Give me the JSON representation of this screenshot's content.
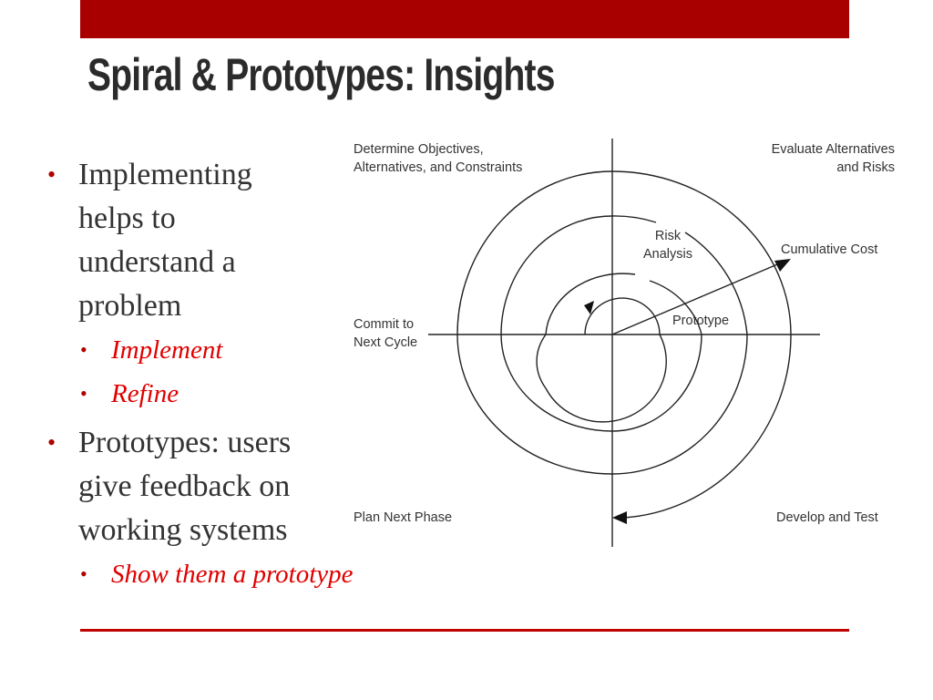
{
  "slide": {
    "title": "Spiral & Prototypes: Insights",
    "slide_number": "",
    "colors": {
      "accent": "#a80000",
      "title_text": "#2b2b2b",
      "body_text": "#333333",
      "sub_bullet_text": "#e00000",
      "divider": "#c00000"
    }
  },
  "bullets": [
    {
      "text": "Implementing helps to understand a problem",
      "lines": [
        "Implementing",
        "helps to",
        "understand a",
        "problem"
      ],
      "sub": [
        {
          "text": "Implement"
        },
        {
          "text": "Refine"
        }
      ]
    },
    {
      "text": "Prototypes: users give feedback on working systems",
      "lines": [
        "Prototypes: users",
        "give feedback on",
        "working systems"
      ],
      "sub": [
        {
          "text": "Show them a prototype"
        }
      ]
    }
  ],
  "diagram": {
    "type": "spiral-model",
    "quadrant_labels": {
      "top_left": "Determine Objectives,\nAlternatives, and Constraints",
      "top_right": "Evaluate Alternatives\nand Risks",
      "bottom_left": "Plan Next Phase",
      "bottom_right": "Develop and Test"
    },
    "inner_labels": {
      "risk_analysis": "Risk\nAnalysis",
      "prototype": "Prototype",
      "cumulative_cost": "Cumulative Cost",
      "commit": "Commit to\nNext Cycle"
    }
  }
}
